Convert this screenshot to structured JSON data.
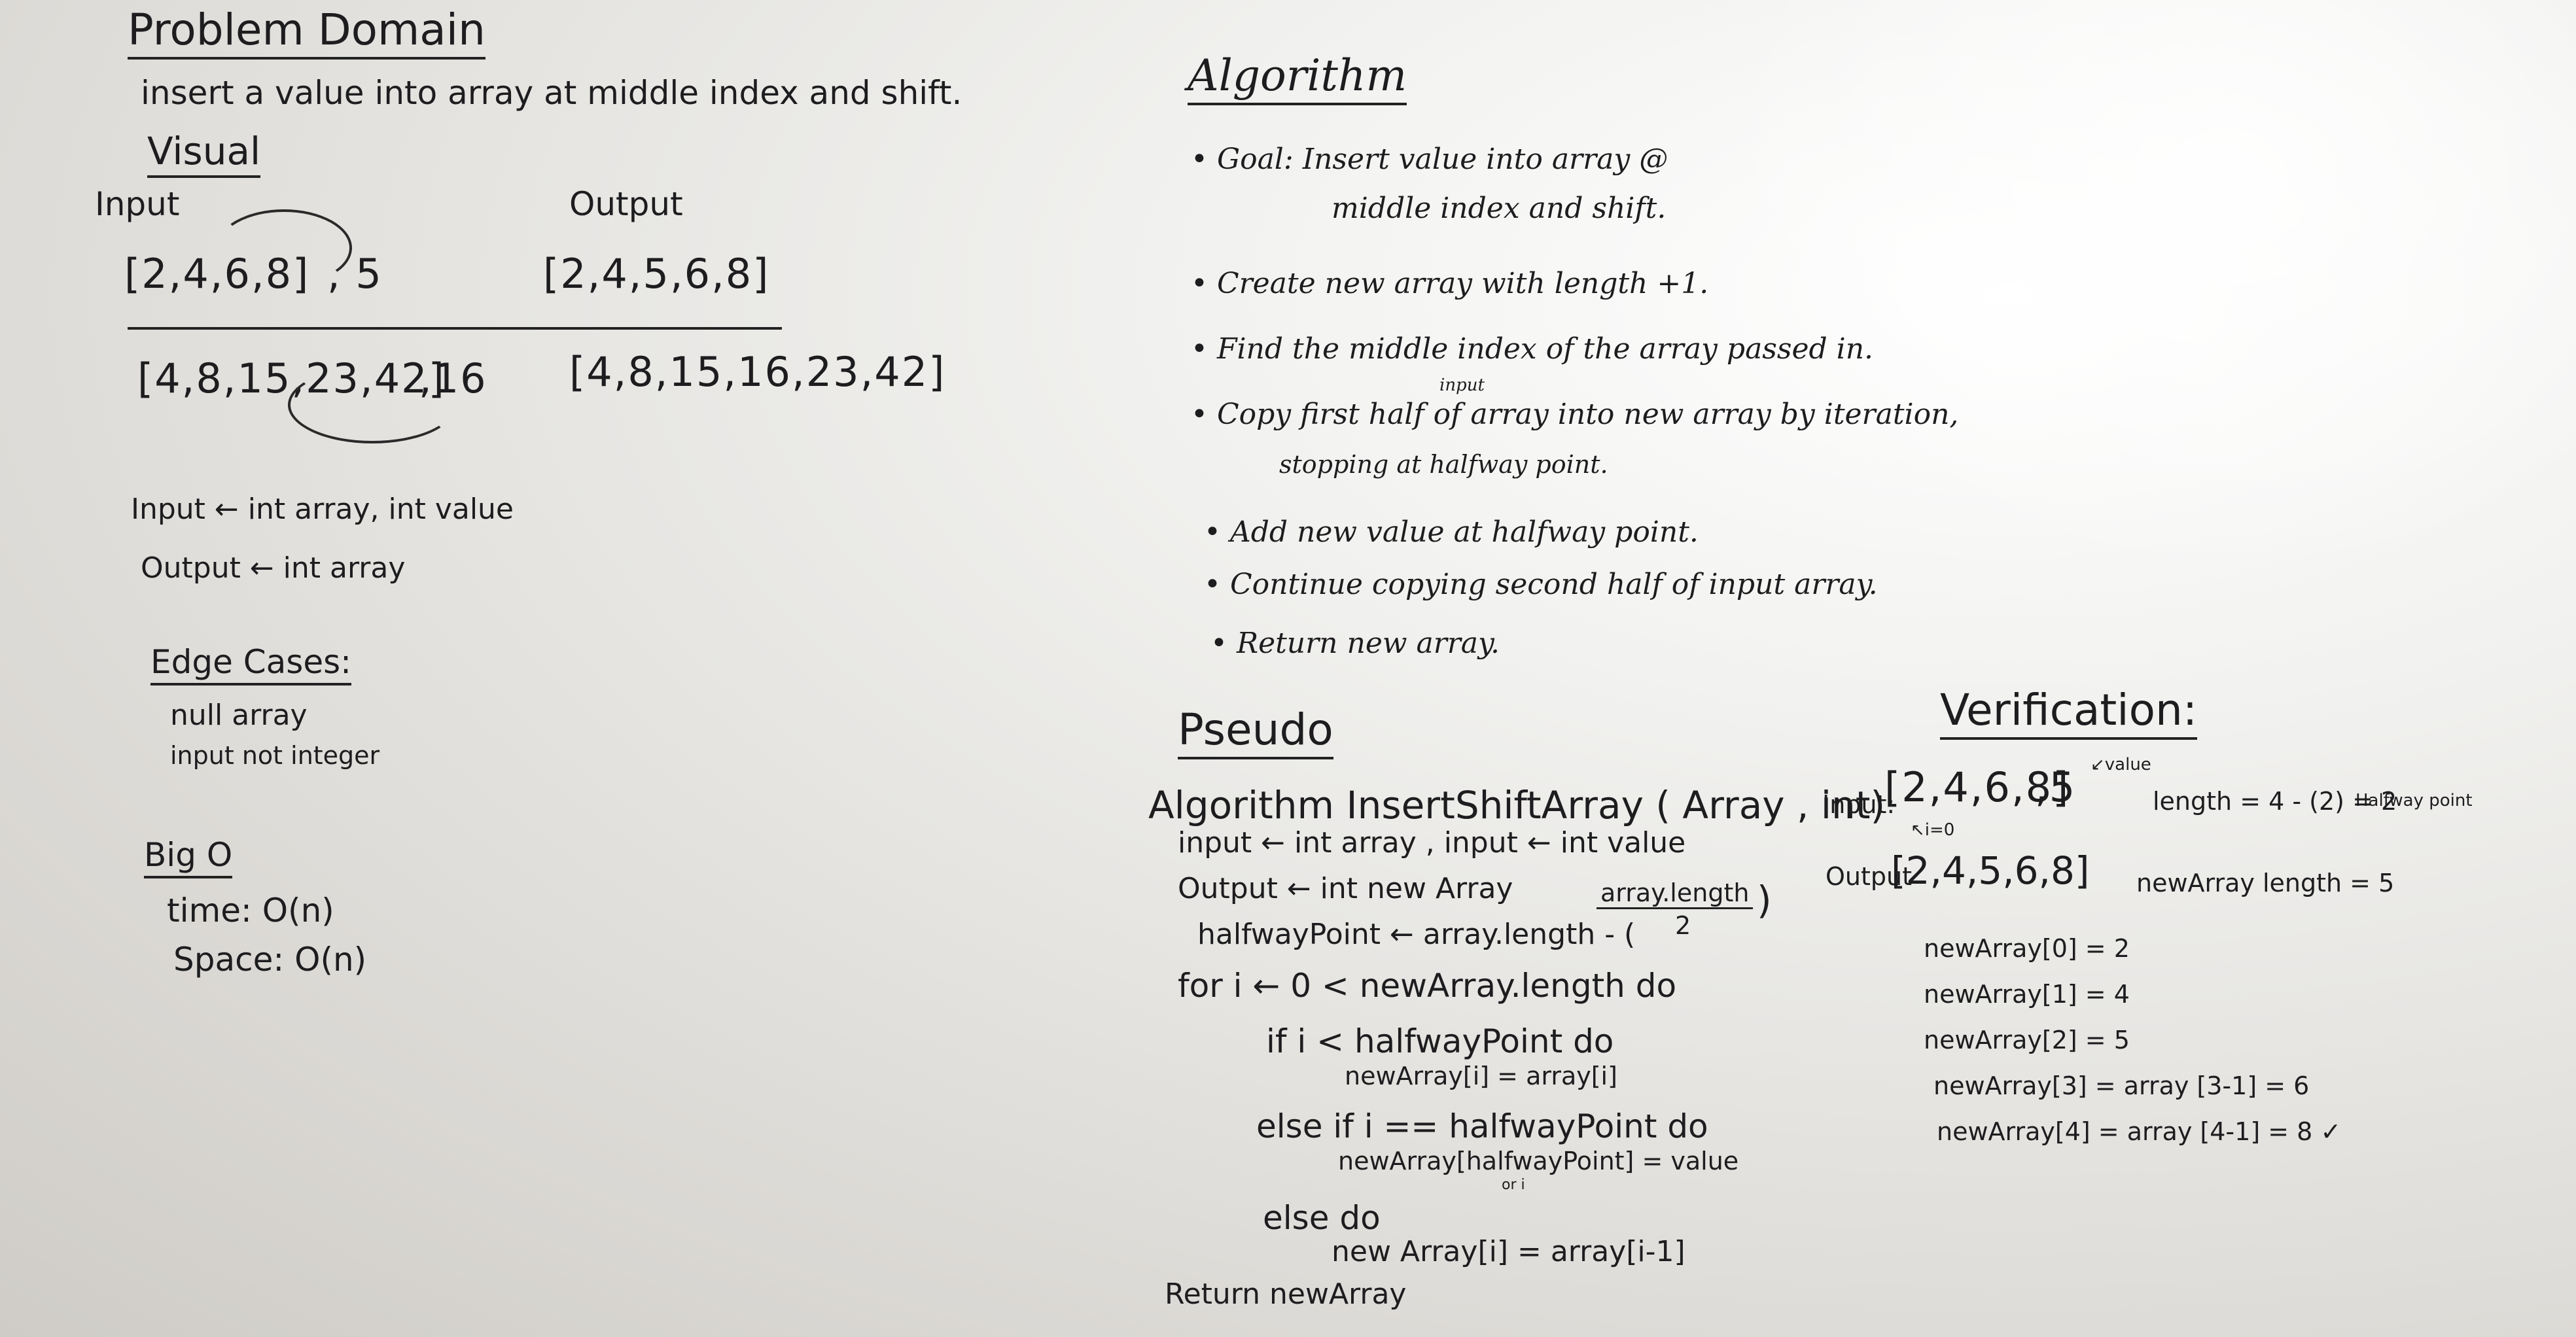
{
  "problem_domain": {
    "heading": "Problem Domain",
    "statement": "insert a value into array at middle index and shift.",
    "visual_heading": "Visual",
    "input_label": "Input",
    "output_label": "Output",
    "example1_input": "[2,4,6,8]",
    "example1_value": ", 5",
    "example1_output": "[2,4,5,6,8]",
    "example2_input": "[4,8,15,23,42]",
    "example2_value": ",16",
    "example2_output": "[4,8,15,16,23,42]",
    "input_desc": "Input ← int array, int value",
    "output_desc": "Output ← int array",
    "edge_heading": "Edge Cases:",
    "edge_1": "null array",
    "edge_2": "input not integer",
    "bigo_heading": "Big O",
    "time": "time: O(n)",
    "space": "Space: O(n)"
  },
  "algorithm": {
    "heading": "Algorithm",
    "goal_line1": "• Goal: Insert value into array @",
    "goal_line2": "middle index and shift.",
    "step1": "• Create new array with length +1.",
    "step2": "• Find the middle index of the array passed in.",
    "step3_note": "input",
    "step3_line1": "• Copy first half of array into new array by iteration,",
    "step3_line2": "stopping at halfway point.",
    "step4": "• Add new value at halfway point.",
    "step5": "• Continue copying second half of input array.",
    "step6": "• Return new array."
  },
  "pseudo": {
    "heading": "Pseudo",
    "signature": "Algorithm InsertShiftArray ( Array , int)",
    "line_input": "input ← int array , input ← int value",
    "line_output": "Output ← int new Array",
    "line_halfway": "halfwayPoint ← array.length - (",
    "fraction_num": "array.length",
    "fraction_den": "2",
    "fraction_close": ")",
    "for": "for i ← 0 < newArray.length do",
    "if": "if i < halfwayPoint do",
    "if_body": "newArray[i] = array[i]",
    "elseif": "else if i == halfwayPoint do",
    "elseif_body": "newArray[halfwayPoint] = value",
    "or_i": "or i",
    "else": "else do",
    "else_body": "new Array[i] = array[i-1]",
    "return": "Return newArray"
  },
  "verification": {
    "heading": "Verification:",
    "input_label": "Input:",
    "input_array": "[2,4,6,8]",
    "input_value": ",5",
    "value_note": "↙value",
    "i_note": "↖i=0",
    "length_calc": "length = 4 - (2) = 2",
    "halfway_note": "Halfway point",
    "output_label": "Output",
    "output_array": "[2,4,5,6,8]",
    "new_length": "newArray length = 5",
    "v0": "newArray[0] = 2",
    "v1": "newArray[1] = 4",
    "v2": "newArray[2] = 5",
    "v3": "newArray[3] = array [3-1] = 6",
    "v4": "newArray[4] = array [4-1] = 8 ✓"
  }
}
